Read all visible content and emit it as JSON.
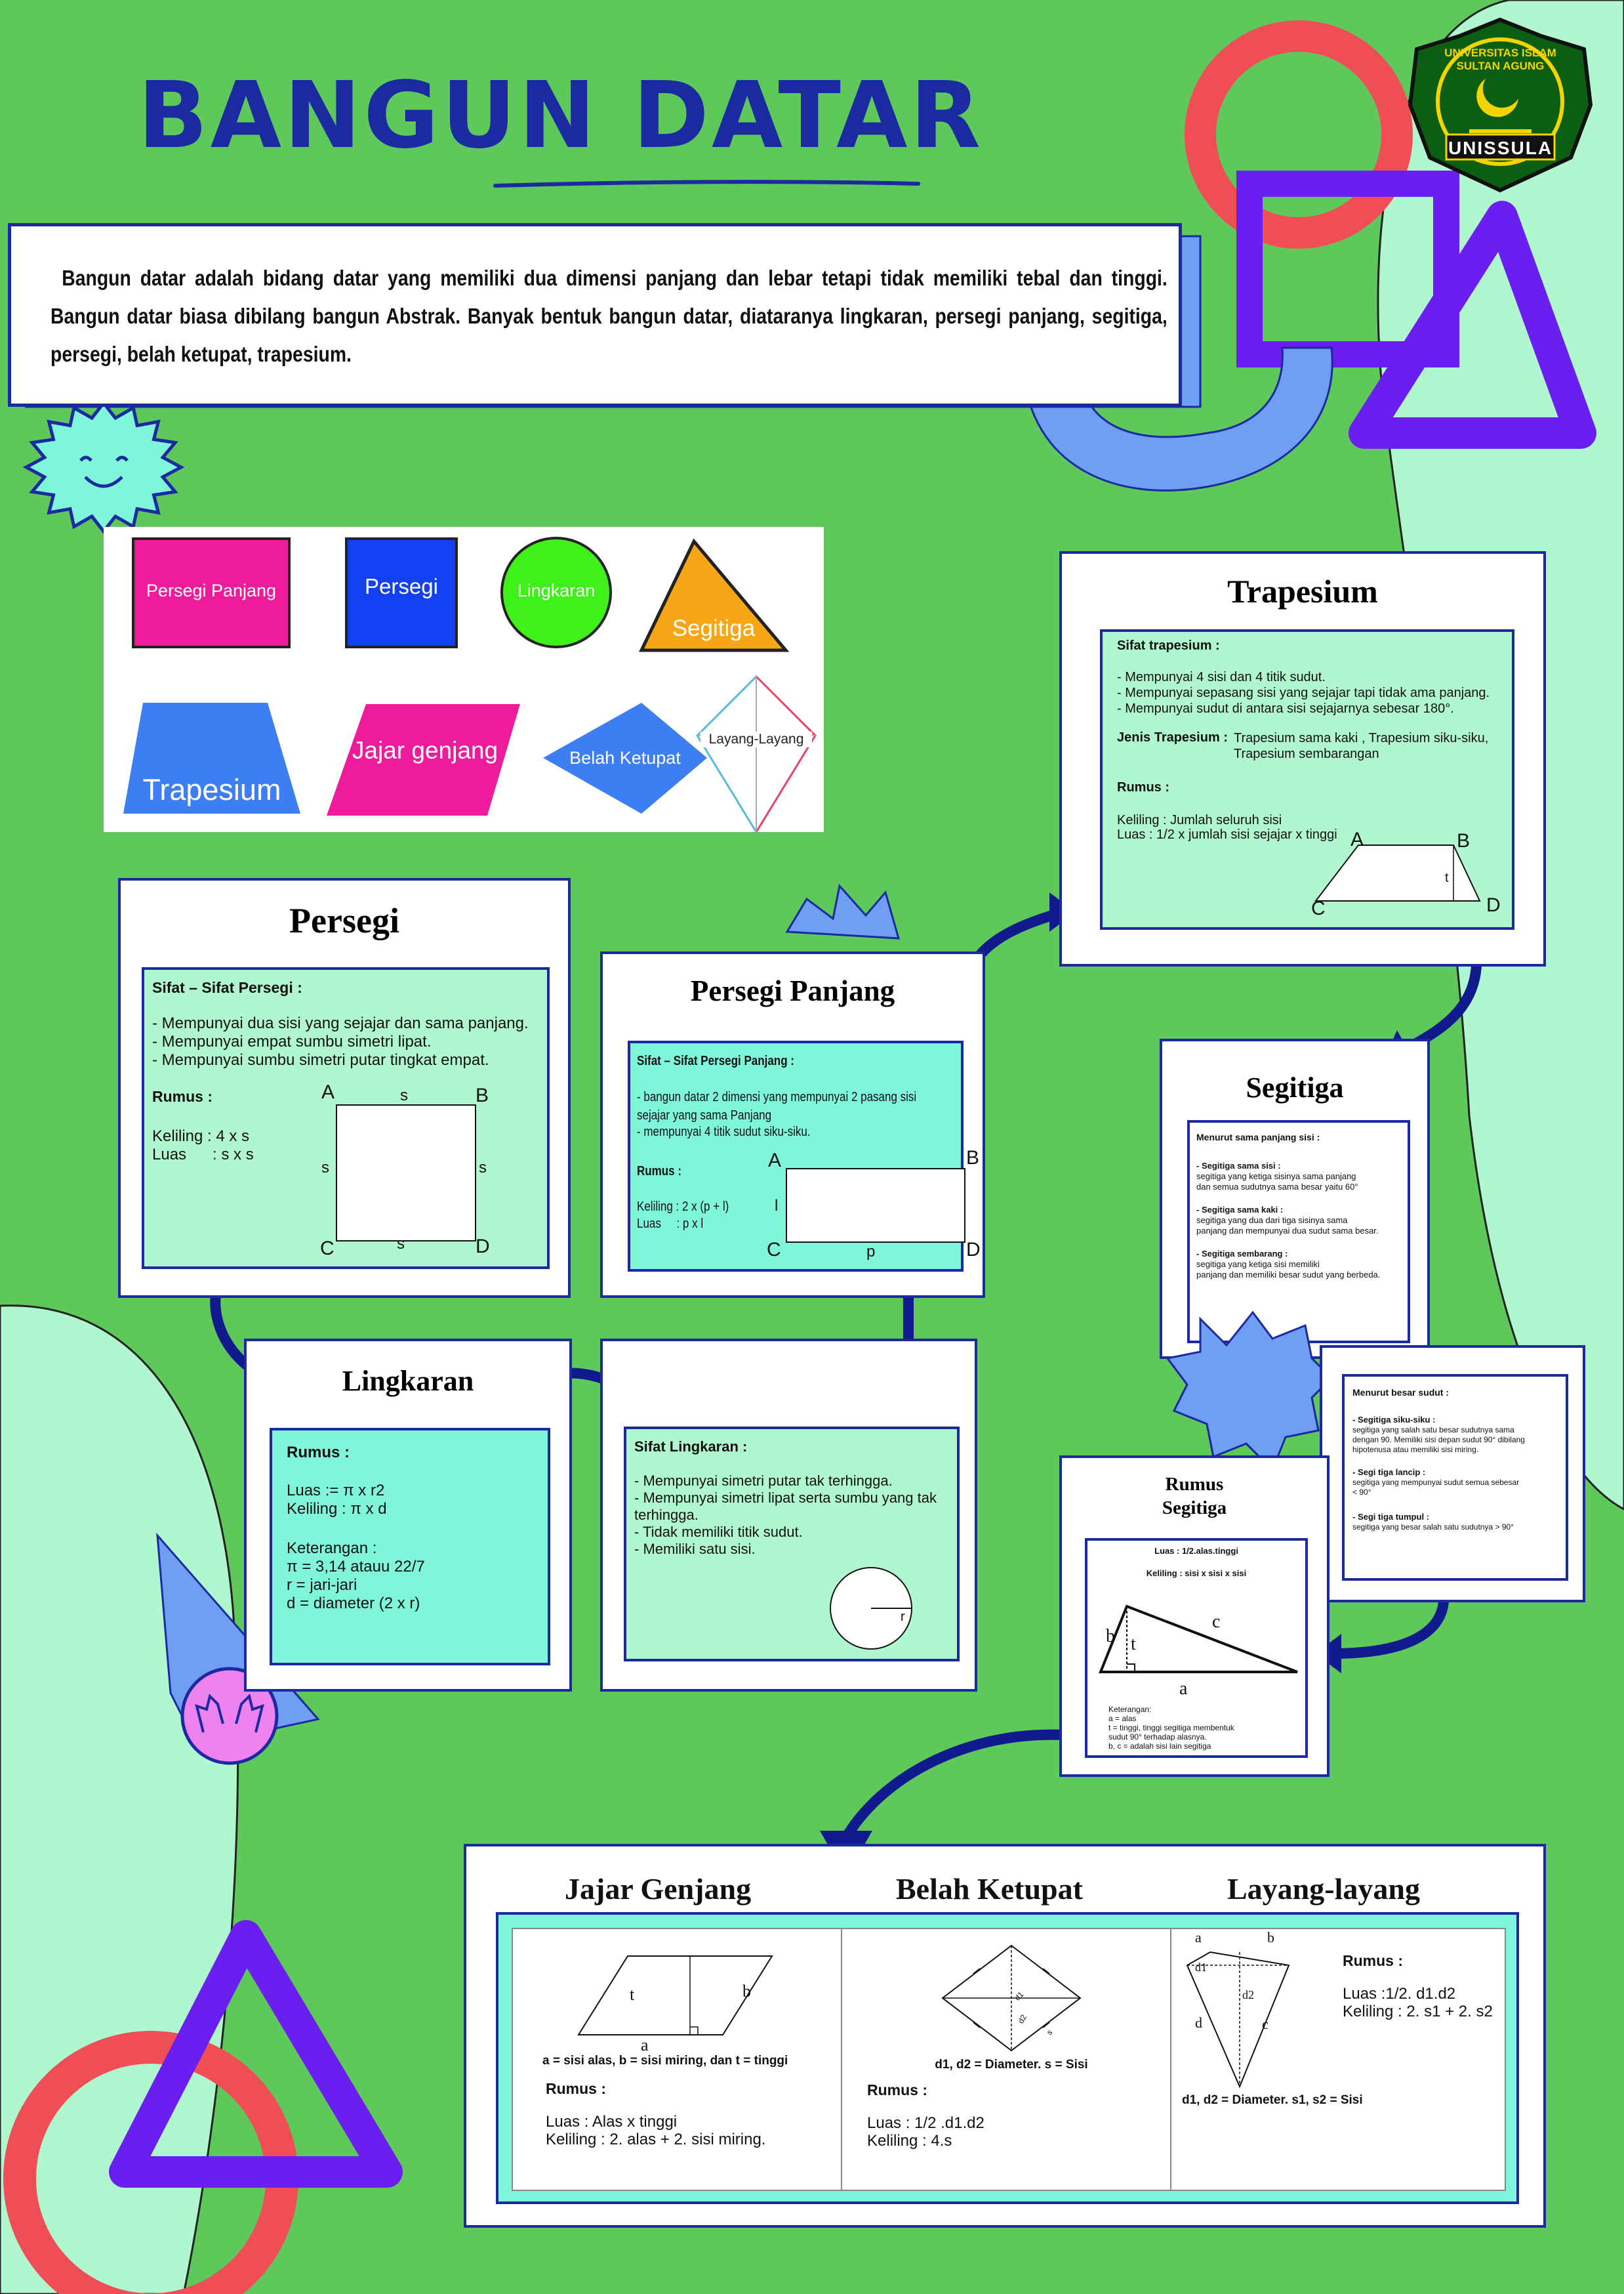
{
  "header": {
    "title": "BANGUN DATAR"
  },
  "logo": {
    "top_text": "UNIVERSITAS ISLAM SULTAN AGUNG",
    "band_text": "UNISSULA"
  },
  "intro": {
    "text": "Bangun datar adalah bidang datar yang memiliki dua dimensi panjang dan lebar tetapi tidak memiliki tebal dan tinggi. Bangun datar biasa dibilang bangun Abstrak. Banyak bentuk bangun datar, diataranya lingkaran, persegi panjang, segitiga, persegi, belah ketupat, trapesium."
  },
  "shapes": {
    "persegi_panjang": "Persegi Panjang",
    "persegi": "Persegi",
    "lingkaran": "Lingkaran",
    "segitiga": "Segitiga",
    "trapesium": "Trapesium",
    "jajar_genjang": "Jajar genjang",
    "belah_ketupat": "Belah Ketupat",
    "layang": "Layang-Layang"
  },
  "colors": {
    "bg": "#5ec95a",
    "navy": "#1b2aa0",
    "mint": "#b0f7cf",
    "aqua": "#7ff5d9",
    "purple": "#6a1ef0",
    "red": "#f04e57"
  },
  "persegi": {
    "title": "Persegi",
    "sifat_title": "Sifat – Sifat Persegi :",
    "sifat": [
      "- Mempunyai dua sisi yang sejajar dan sama panjang.",
      "- Mempunyai empat sumbu simetri lipat.",
      "- Mempunyai sumbu simetri putar tingkat empat."
    ],
    "rumus_title": "Rumus :",
    "keliling": "Keliling : 4 x s",
    "luas": "Luas      : s x s",
    "labels": {
      "a": "A",
      "b": "B",
      "c": "C",
      "d": "D",
      "s": "s"
    }
  },
  "persegi_panjang": {
    "title": "Persegi Panjang",
    "sifat_title": "Sifat – Sifat Persegi Panjang :",
    "sifat": [
      "- bangun datar 2 dimensi yang mempunyai 2 pasang sisi sejajar yang sama Panjang",
      "- mempunyai 4 titik sudut siku-siku."
    ],
    "rumus_title": "Rumus :",
    "keliling": "Keliling : 2 x (p + l)",
    "luas": "Luas     : p x l",
    "labels": {
      "a": "A",
      "b": "B",
      "c": "C",
      "d": "D",
      "l": "l",
      "p": "p"
    }
  },
  "trapesium": {
    "title": "Trapesium",
    "sifat_title": "Sifat trapesium :",
    "sifat": [
      "- Mempunyai 4 sisi dan 4 titik sudut.",
      "- Mempunyai sepasang sisi yang sejajar tapi tidak ama panjang.",
      "- Mempunyai sudut di antara sisi sejajarnya sebesar 180°."
    ],
    "jenis_label": "Jenis Trapesium :",
    "jenis": "Trapesium sama kaki , Trapesium siku-siku,\nTrapesium sembarangan",
    "rumus_title": "Rumus :",
    "keliling": "Keliling : Jumlah seluruh sisi",
    "luas": "Luas : 1/2 x jumlah sisi sejajar x tinggi",
    "labels": {
      "a": "A",
      "b": "B",
      "c": "C",
      "d": "D",
      "t": "t"
    }
  },
  "segitiga": {
    "title": "Segitiga",
    "sisi_title": "Menurut sama panjang sisi :",
    "sisi": [
      {
        "h": "- Segitiga sama sisi :",
        "d": "segitiga yang ketiga sisinya sama panjang\ndan semua sudutnya sama besar yaitu 60°"
      },
      {
        "h": "- Segitiga sama kaki :",
        "d": "segitiga yang dua dari tiga sisinya sama\npanjang dan mempunyai dua sudut sama besar."
      },
      {
        "h": "- Segitiga sembarang :",
        "d": "segitiga yang ketiga sisi memiliki\npanjang dan memiliki besar sudut yang berbeda."
      }
    ],
    "sudut_title": "Menurut besar sudut :",
    "sudut": [
      {
        "h": "- Segitiga siku-siku :",
        "d": "segitiga yang salah satu besar sudutnya sama\ndengan 90. Memiliki sisi depan sudut 90° dibilang\nhipotenusa atau memiliki sisi miring."
      },
      {
        "h": "- Segi tiga lancip :",
        "d": "segitiga yang mempunyai sudut semua sebesar\n< 90°"
      },
      {
        "h": "- Segi tiga tumpul :",
        "d": "segitiga yang besar salah satu sudutnya > 90°"
      }
    ]
  },
  "rumus_segitiga": {
    "title": "Rumus\nSegitiga",
    "luas": "Luas : 1/2.alas.tinggi",
    "keliling": "Keliling : sisi x sisi x sisi",
    "labels": {
      "a": "a",
      "b": "b",
      "c": "c",
      "t": "t"
    },
    "keterangan": "Keterangan:\na      = alas\nt       = tinggi, tinggi segitiga membentuk\n          sudut 90° terhadap alasnya.\nb, c = adalah sisi lain segitiga"
  },
  "lingkaran": {
    "title": "Lingkaran",
    "rumus_title": "Rumus :",
    "rumus": "Luas := π x r2\nKeliling : π x d",
    "ket": "Keterangan :\nπ = 3,14 atauu 22/7\nr = jari-jari\nd = diameter (2 x r)",
    "sifat_title": "Sifat Lingkaran :",
    "sifat": "- Mempunyai simetri putar tak terhingga.\n- Mempunyai simetri lipat serta sumbu yang tak\n   terhingga.\n- Tidak memiliki titik sudut.\n- Memiliki satu sisi.",
    "r_label": "r"
  },
  "bottom": {
    "jajar": {
      "title": "Jajar Genjang",
      "caption": "a = sisi alas, b = sisi miring, dan t = tinggi",
      "rumus_title": "Rumus :",
      "rumus": "Luas : Alas x tinggi\nKeliling : 2. alas + 2. sisi miring.",
      "labels": {
        "a": "a",
        "b": "b",
        "t": "t"
      }
    },
    "belah": {
      "title": "Belah Ketupat",
      "caption": "d1, d2 = Diameter. s = Sisi",
      "rumus_title": "Rumus :",
      "rumus": "Luas : 1/2 .d1.d2\nKeliling : 4.s",
      "labels": {
        "s": "s",
        "d1": "d1",
        "d2": "d2"
      }
    },
    "layang": {
      "title": "Layang-layang",
      "caption": "d1, d2 = Diameter. s1, s2 = Sisi",
      "rumus_title": "Rumus :",
      "rumus": "Luas :1/2. d1.d2\nKeliling : 2. s1 + 2. s2",
      "labels": {
        "a": "a",
        "b": "b",
        "c": "c",
        "d": "d",
        "d1": "d1",
        "d2": "d2"
      }
    }
  }
}
